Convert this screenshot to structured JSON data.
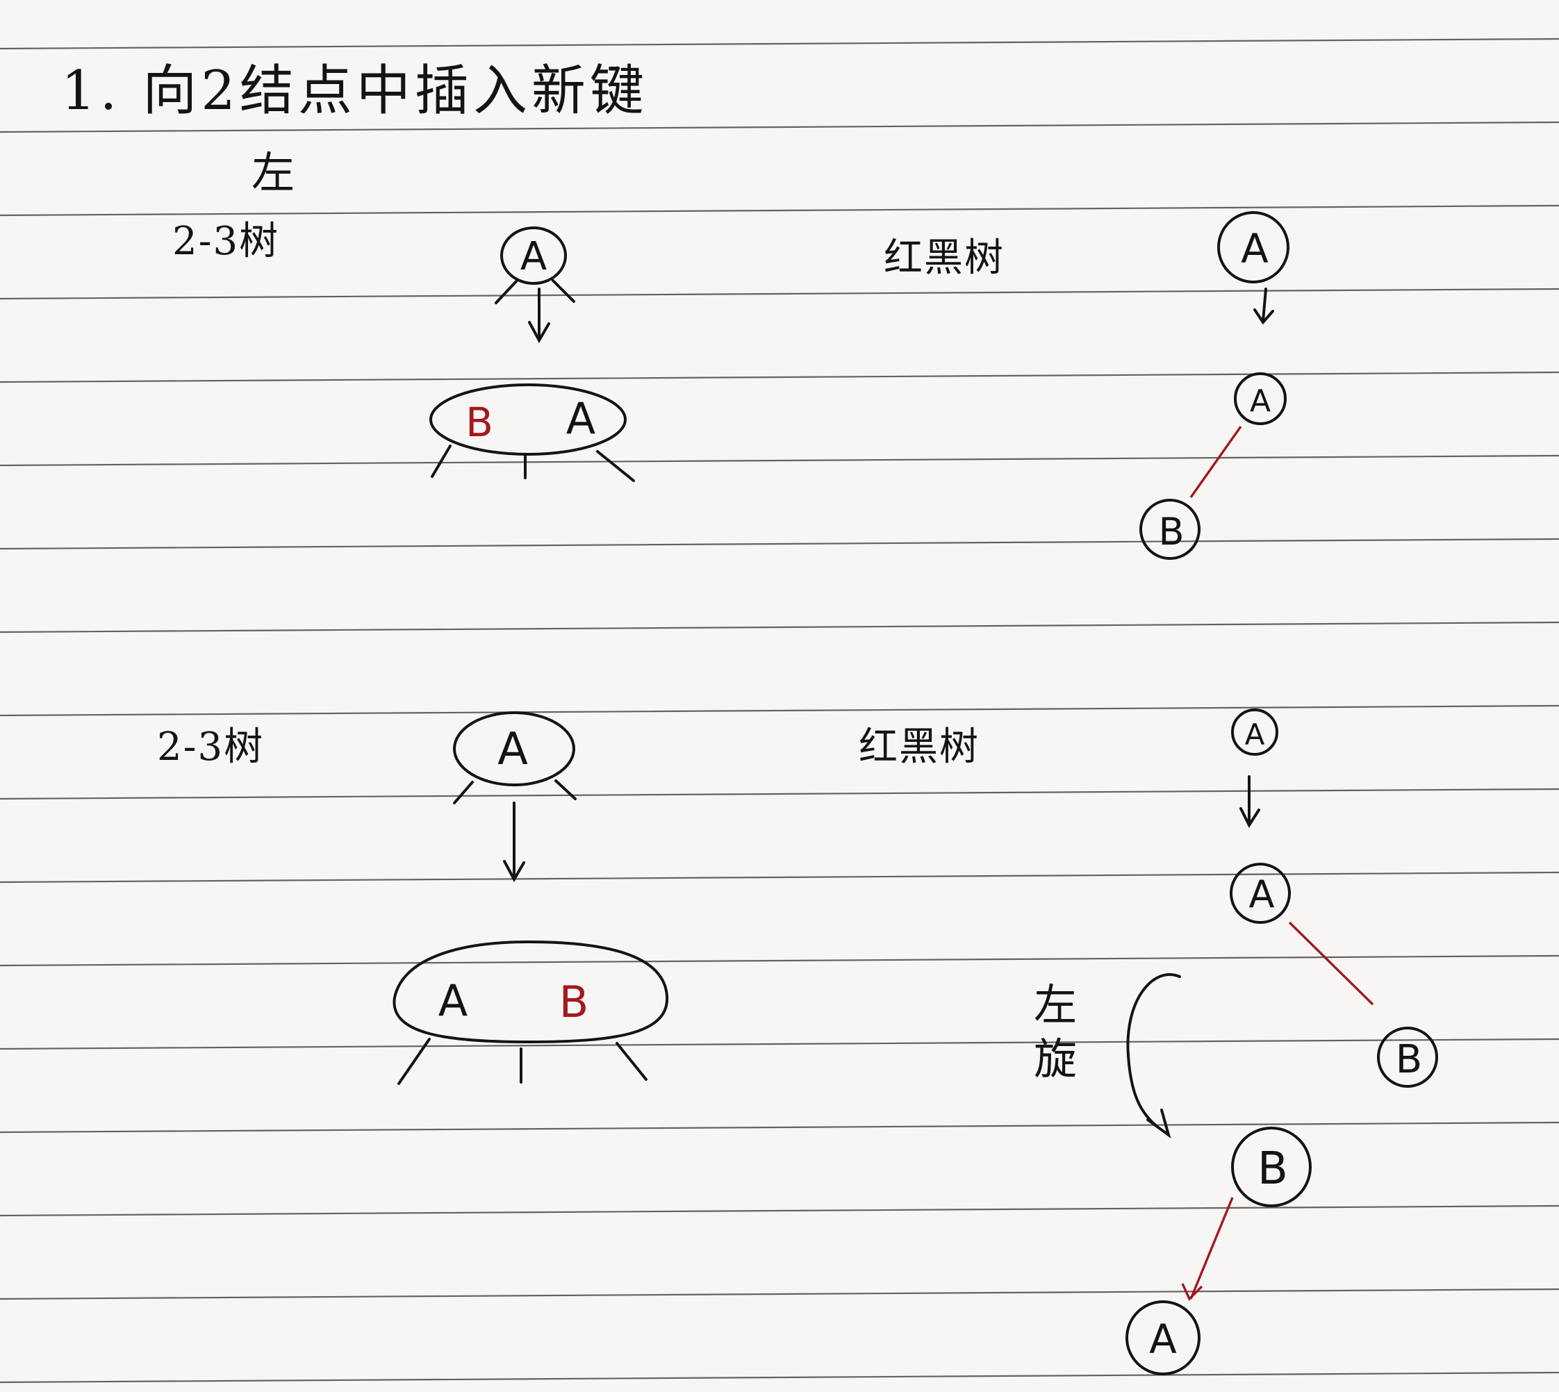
{
  "heading": "1. 向2结点中插入新键",
  "subheading": "左",
  "sections": [
    {
      "tree23_label": "2-3树",
      "tree23_top_key": "A",
      "tree23_bottom_keys": [
        "B",
        "A"
      ],
      "rbt_label": "红黑树",
      "rbt_nodes": [
        "A",
        "A",
        "B"
      ]
    },
    {
      "tree23_label": "2-3树",
      "tree23_top_key": "A",
      "tree23_bottom_keys": [
        "A",
        "B"
      ],
      "rbt_label": "红黑树",
      "rbt_nodes": [
        "A",
        "A",
        "B",
        "B",
        "A"
      ],
      "rotation_label": "左旋"
    }
  ],
  "colors": {
    "ink": "#141414",
    "red_link": "#a3191e",
    "paper": "#f7f6f4",
    "rule_line": "#4a4a4a"
  }
}
